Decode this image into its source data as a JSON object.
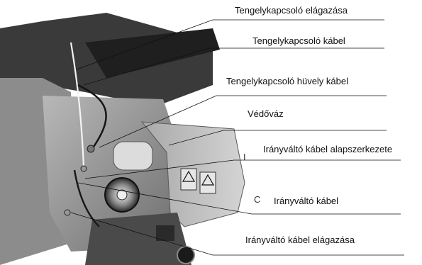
{
  "callouts": [
    {
      "text": "Tengelykapcsoló elágazása"
    },
    {
      "text": "Tengelykapcsoló kábel"
    },
    {
      "text": "Tengelykapcsoló hüvely kábel"
    },
    {
      "text": "Védőváz"
    },
    {
      "text": "Irányváltó kábel alapszerkezete"
    },
    {
      "text": "Irányváltó kábel"
    },
    {
      "text": "Irányváltó kábel elágazása"
    }
  ],
  "photo_text": {
    "side_glyph_1": "I",
    "side_glyph_2": "C"
  }
}
